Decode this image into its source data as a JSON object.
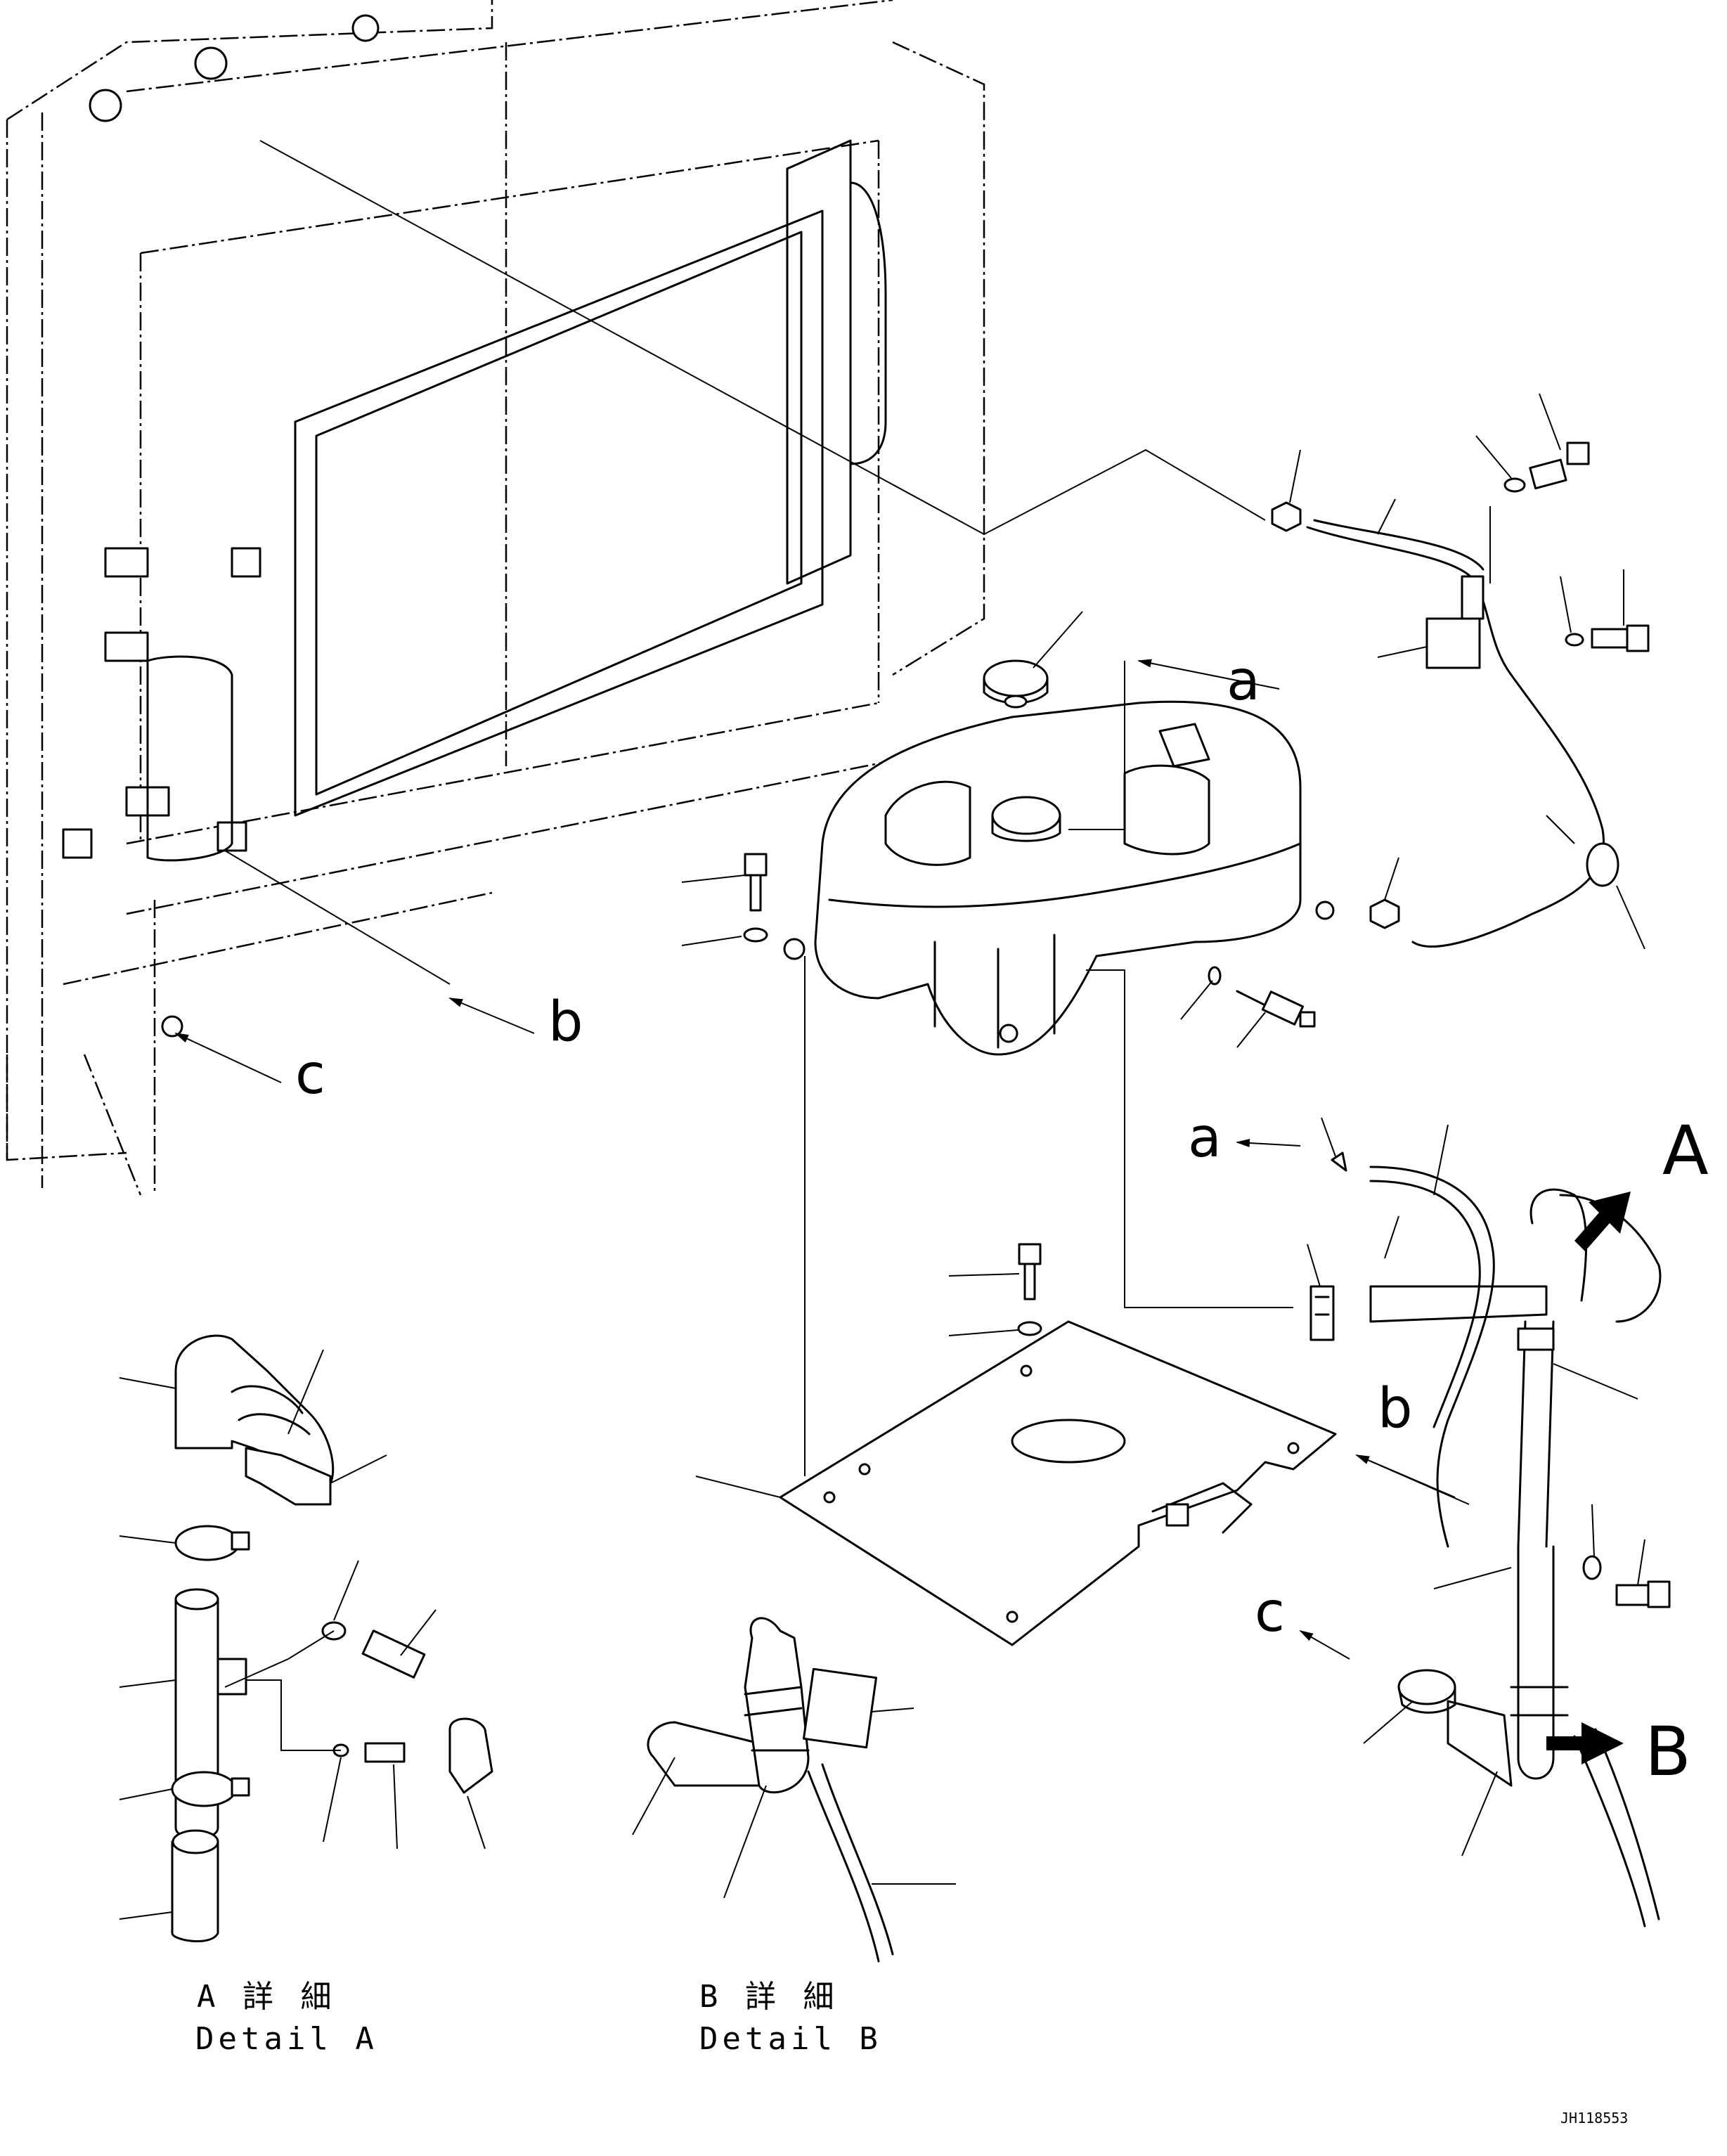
{
  "callouts": {
    "a1": "a",
    "b1": "b",
    "c1": "c",
    "a2": "a",
    "b2": "b",
    "c2": "c",
    "view_a": "A",
    "view_b": "B"
  },
  "captions": {
    "detail_a_jp": "A 詳 細",
    "detail_a_en": "Detail A",
    "detail_b_jp": "B 詳 細",
    "detail_b_en": "Detail B"
  },
  "drawing_code": "JH118553"
}
